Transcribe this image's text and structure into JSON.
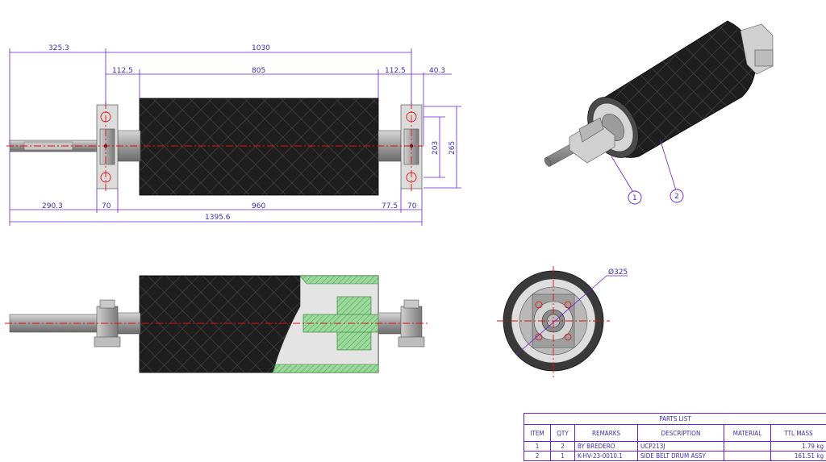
{
  "dimensions": {
    "overall_left": "325.3",
    "overall_top": "1030",
    "bearing_left_gap": "112.5",
    "drum_face": "805",
    "bearing_right_gap": "112.5",
    "shaft_right": "40.3",
    "shaft_left_bottom": "290.3",
    "bearing_width_left": "70",
    "drum_length": "960",
    "gap_right_bottom": "77.5",
    "bearing_width_right": "70",
    "overall_length": "1395.6",
    "bearing_height_inner": "203",
    "bearing_height_outer": "265",
    "diameter": "Ø325"
  },
  "balloons": [
    "1",
    "2"
  ],
  "parts_list": {
    "title": "PARTS LIST",
    "headers": [
      "ITEM",
      "QTY",
      "REMARKS",
      "DESCRIPTION",
      "MATERIAL",
      "TTL MASS"
    ],
    "rows": [
      [
        "1",
        "2",
        "BY BREDERO",
        "UCP213J",
        "",
        "1.79 kg"
      ],
      [
        "2",
        "1",
        "K-HV-23-0010.1",
        "SIDE BELT DRUM ASSY",
        "",
        "161.51 kg"
      ]
    ]
  },
  "colors": {
    "dimension_line": "#6a1fd0",
    "dimension_text": "#3a2db0",
    "centerline": "#e01010",
    "rubber": "#1c1c1c",
    "steel": "#a8a8a8",
    "section_hatch": "#7ec87e"
  }
}
